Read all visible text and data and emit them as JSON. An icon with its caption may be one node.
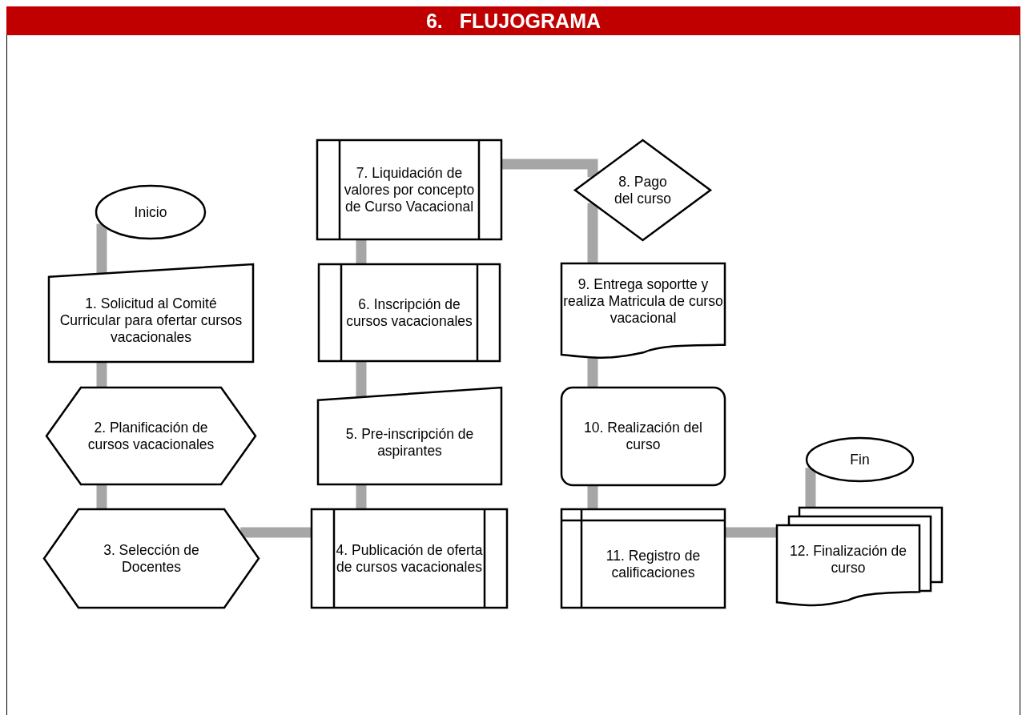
{
  "diagram": {
    "title": "6.   FLUJOGRAMA",
    "nodes": [
      {
        "text": [
          "Inicio"
        ]
      },
      {
        "text": [
          "1. Solicitud al Comité Curricular para ofertar cursos vacacionales"
        ]
      },
      {
        "text": [
          "2. Planificación de cursos vacacionales"
        ]
      },
      {
        "text": [
          "3. Selección de Docentes"
        ]
      },
      {
        "text": [
          "4. Publicación de oferta de cursos vacacionales"
        ]
      },
      {
        "text": [
          "5. Pre-inscripción de aspirantes"
        ]
      },
      {
        "text": [
          "6. Inscripción de cursos vacacionales"
        ]
      },
      {
        "text": [
          "7. Liquidación de valores por concepto de Curso Vacacional"
        ]
      },
      {
        "text": [
          "8. Pago del curso"
        ]
      },
      {
        "text": [
          "9. Entrega soportte y realiza Matricula de curso vacacional"
        ]
      },
      {
        "text": [
          "10. Realización del curso"
        ]
      },
      {
        "text": [
          "11. Registro de calificaciones"
        ]
      },
      {
        "text": [
          "12. Finalización de curso"
        ]
      },
      {
        "text": [
          "Fin"
        ]
      }
    ],
    "edges": [
      {
        "from": 0,
        "to": 1,
        "arrow": "none"
      },
      {
        "from": 1,
        "to": 2,
        "arrow": "none"
      },
      {
        "from": 2,
        "to": 3,
        "arrow": "none"
      },
      {
        "from": 3,
        "to": 4,
        "arrow": "none"
      },
      {
        "from": 4,
        "to": 5,
        "arrow": "none"
      },
      {
        "from": 5,
        "to": 6,
        "arrow": "none"
      },
      {
        "from": 6,
        "to": 7,
        "arrow": "none"
      },
      {
        "from": 7,
        "to": 8,
        "arrow": "none"
      },
      {
        "from": 8,
        "to": 9,
        "arrow": "none"
      },
      {
        "from": 9,
        "to": 10,
        "arrow": "none"
      },
      {
        "from": 10,
        "to": 11,
        "arrow": "none"
      },
      {
        "from": 11,
        "to": 12,
        "arrow": "none"
      },
      {
        "from": 12,
        "to": 13,
        "arrow": "none"
      }
    ]
  }
}
